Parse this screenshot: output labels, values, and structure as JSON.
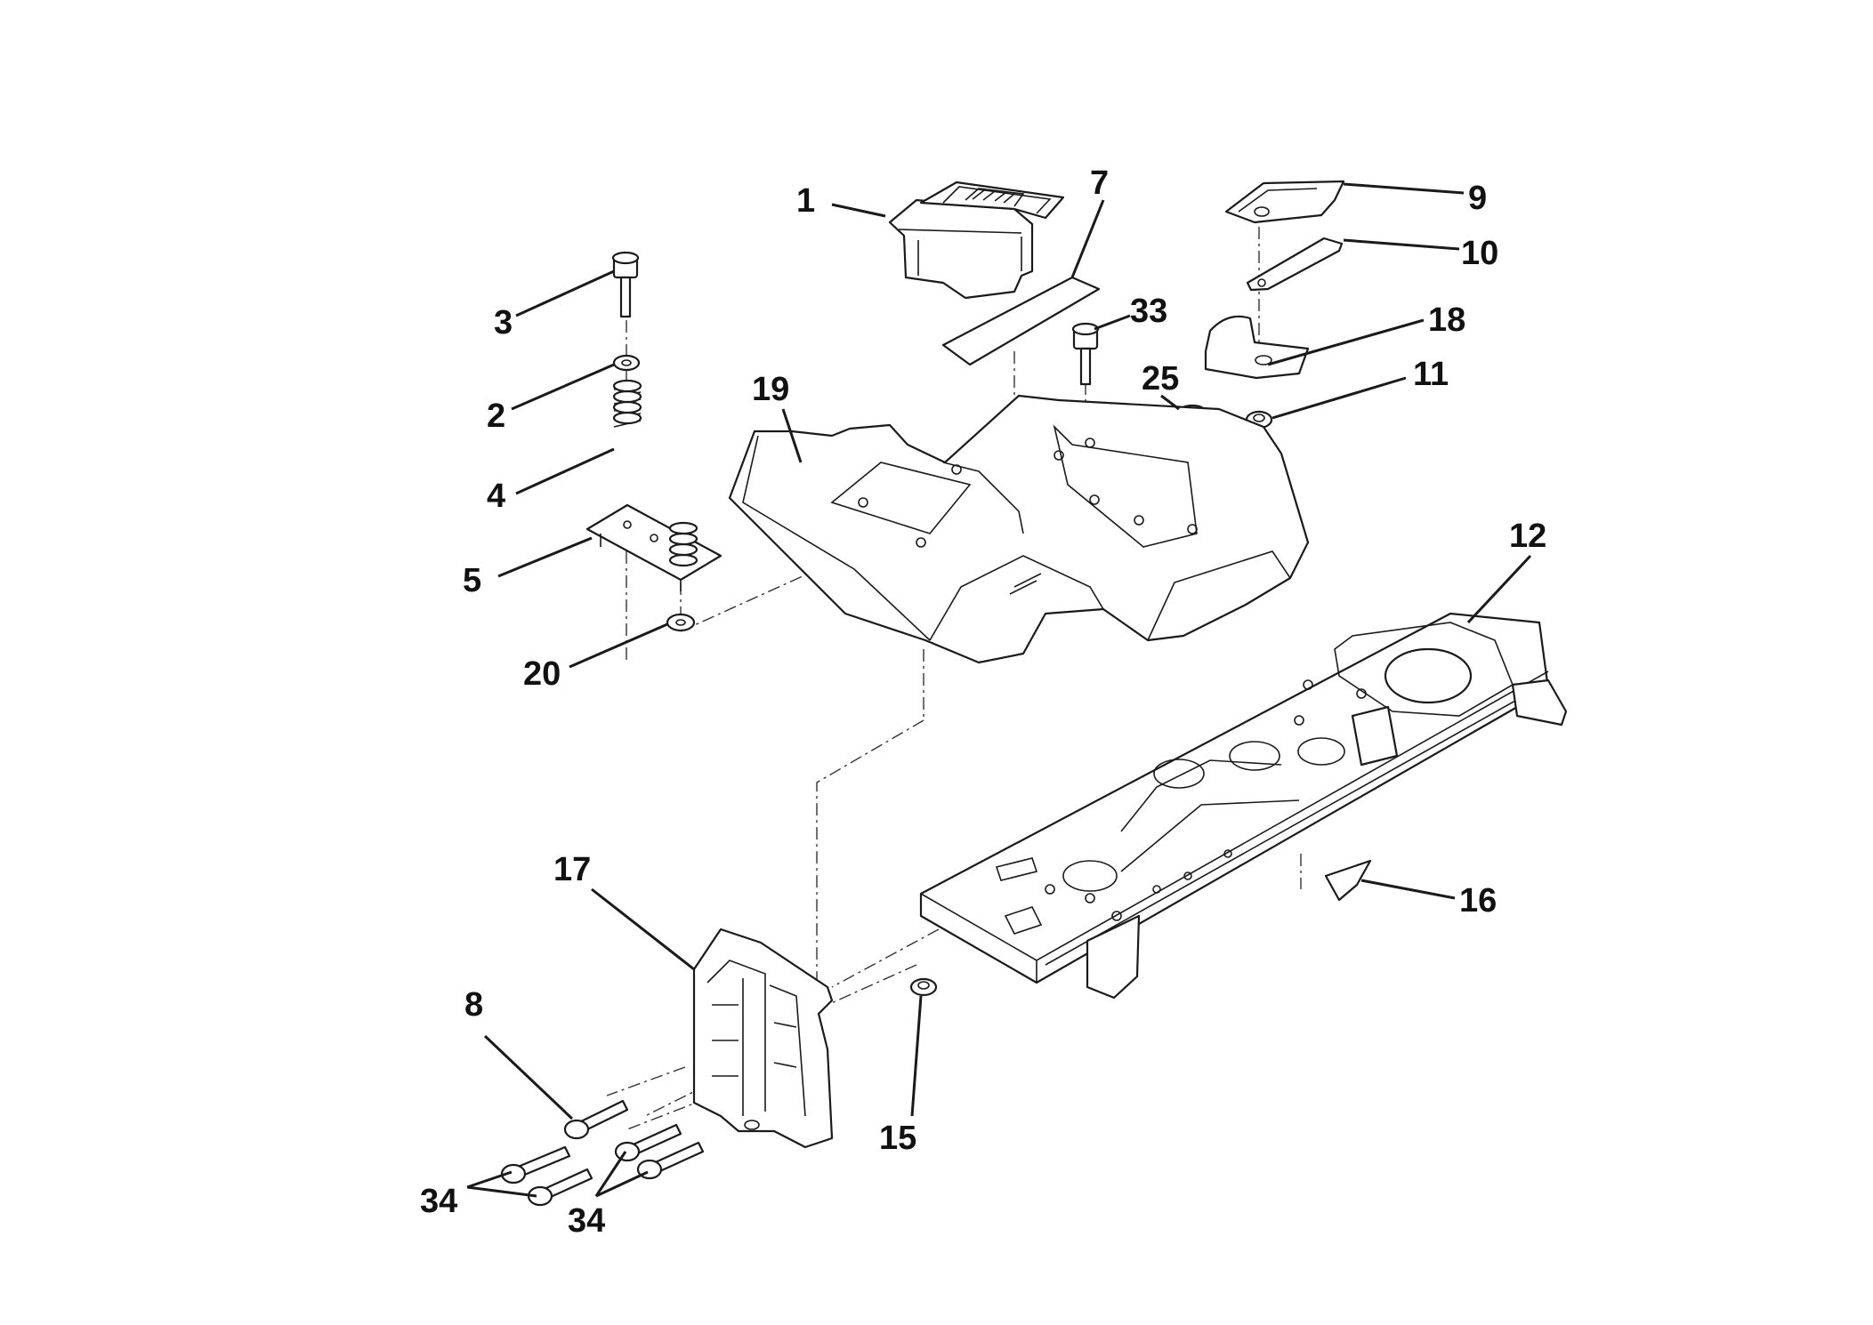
{
  "diagram": {
    "colors": {
      "line": "#1a1a1a",
      "background": "#ffffff"
    },
    "callouts": [
      {
        "id": "1",
        "text": "1"
      },
      {
        "id": "2",
        "text": "2"
      },
      {
        "id": "3",
        "text": "3"
      },
      {
        "id": "4",
        "text": "4"
      },
      {
        "id": "5",
        "text": "5"
      },
      {
        "id": "7",
        "text": "7"
      },
      {
        "id": "8",
        "text": "8"
      },
      {
        "id": "9",
        "text": "9"
      },
      {
        "id": "10",
        "text": "10"
      },
      {
        "id": "11",
        "text": "11"
      },
      {
        "id": "12",
        "text": "12"
      },
      {
        "id": "15",
        "text": "15"
      },
      {
        "id": "16",
        "text": "16"
      },
      {
        "id": "17",
        "text": "17"
      },
      {
        "id": "18",
        "text": "18"
      },
      {
        "id": "19",
        "text": "19"
      },
      {
        "id": "20",
        "text": "20"
      },
      {
        "id": "25",
        "text": "25"
      },
      {
        "id": "33",
        "text": "33"
      },
      {
        "id": "34a",
        "text": "34"
      },
      {
        "id": "34b",
        "text": "34"
      }
    ]
  }
}
